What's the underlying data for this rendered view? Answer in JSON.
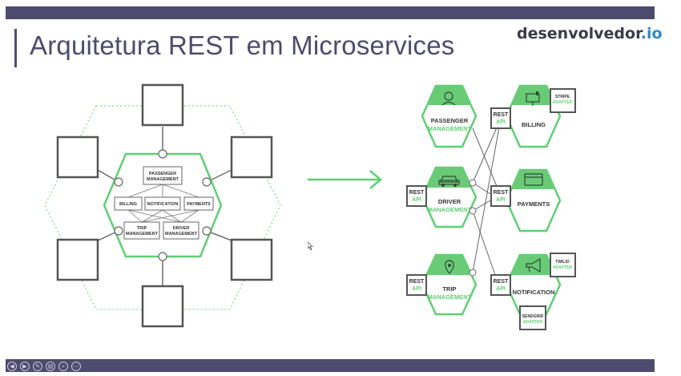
{
  "slide": {
    "title": "Arquitetura REST em Microservices",
    "brand_name": "desenvolvedor",
    "brand_tld": ".io"
  },
  "monolith": {
    "modules": [
      "PASSENGER",
      "MANAGEMENT",
      "BILLING",
      "NOTIFICATION",
      "PAYMENTS",
      "TRIP",
      "MANAGEMENT",
      "DRIVER",
      "MANAGEMENT"
    ]
  },
  "microservices": {
    "services": {
      "passenger": [
        "PASSENGER",
        "MANAGEMENT"
      ],
      "billing": "BILLING",
      "payments": "PAYMENTS",
      "driver": [
        "DRIVER",
        "MANAGEMENT"
      ],
      "trip": [
        "TRIP",
        "MANAGEMENT"
      ],
      "notification": "NOTIFICATION"
    },
    "rest_api": [
      "REST",
      "API"
    ],
    "adapters": {
      "stripe": [
        "STRIPE",
        "ADAPTER"
      ],
      "twilio": [
        "TWILIO",
        "ADAPTER"
      ],
      "sendgrid": [
        "SENDGRID",
        "ADAPTER"
      ]
    }
  },
  "colors": {
    "accent_green": "#5fcf72",
    "hex_fill": "#6acb76",
    "band": "#4e4b6e",
    "brand_tld": "#2f86c9"
  },
  "player_controls": [
    "prev-icon",
    "next-icon",
    "pen-icon",
    "slides-icon",
    "zoom-icon",
    "more-icon"
  ]
}
